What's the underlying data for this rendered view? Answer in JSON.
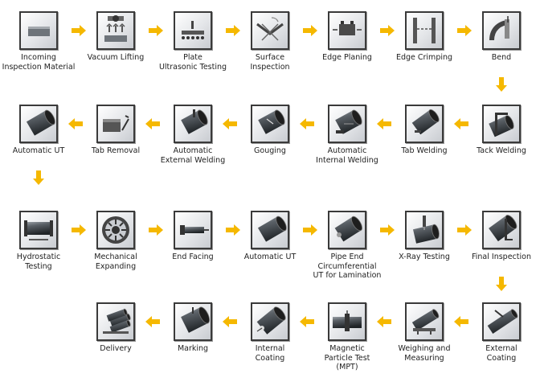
{
  "arrow_color": "#f5b800",
  "steps": [
    {
      "label": "Incoming\nInspection Material",
      "icon": "plate-icon"
    },
    {
      "label": "Vacuum Lifting",
      "icon": "vacuum-lift-icon"
    },
    {
      "label": "Plate\nUltrasonic Testing",
      "icon": "ultrasonic-plate-icon"
    },
    {
      "label": "Surface\nInspection",
      "icon": "surface-inspection-icon"
    },
    {
      "label": "Edge Planing",
      "icon": "edge-planing-icon"
    },
    {
      "label": "Edge Crimping",
      "icon": "edge-crimping-icon"
    },
    {
      "label": "Bend",
      "icon": "bend-icon"
    },
    {
      "label": "Tack Welding",
      "icon": "tack-welding-icon"
    },
    {
      "label": "Tab Welding",
      "icon": "tab-welding-icon"
    },
    {
      "label": "Automatic\nInternal Welding",
      "icon": "internal-welding-icon"
    },
    {
      "label": "Gouging",
      "icon": "gouging-icon"
    },
    {
      "label": "Automatic\nExternal Welding",
      "icon": "external-welding-icon"
    },
    {
      "label": "Tab Removal",
      "icon": "tab-removal-icon"
    },
    {
      "label": "Automatic UT",
      "icon": "pipe-icon"
    },
    {
      "label": "Hydrostatic\nTesting",
      "icon": "hydrostatic-icon"
    },
    {
      "label": "Mechanical\nExpanding",
      "icon": "expander-icon"
    },
    {
      "label": "End Facing",
      "icon": "end-facing-icon"
    },
    {
      "label": "Automatic UT",
      "icon": "pipe-icon"
    },
    {
      "label": "Pipe End\nCircumferential\nUT for Lamination",
      "icon": "pipe-end-ut-icon"
    },
    {
      "label": "X-Ray Testing",
      "icon": "xray-icon"
    },
    {
      "label": "Final Inspection",
      "icon": "final-inspection-icon"
    },
    {
      "label": "External\nCoating",
      "icon": "external-coating-icon"
    },
    {
      "label": "Weighing and\nMeasuring",
      "icon": "weighing-icon"
    },
    {
      "label": "Magnetic\nParticle Test\n(MPT)",
      "icon": "mpt-icon"
    },
    {
      "label": "Internal\nCoating",
      "icon": "internal-coating-icon"
    },
    {
      "label": "Marking",
      "icon": "marking-icon"
    },
    {
      "label": "Delivery",
      "icon": "delivery-icon"
    }
  ]
}
